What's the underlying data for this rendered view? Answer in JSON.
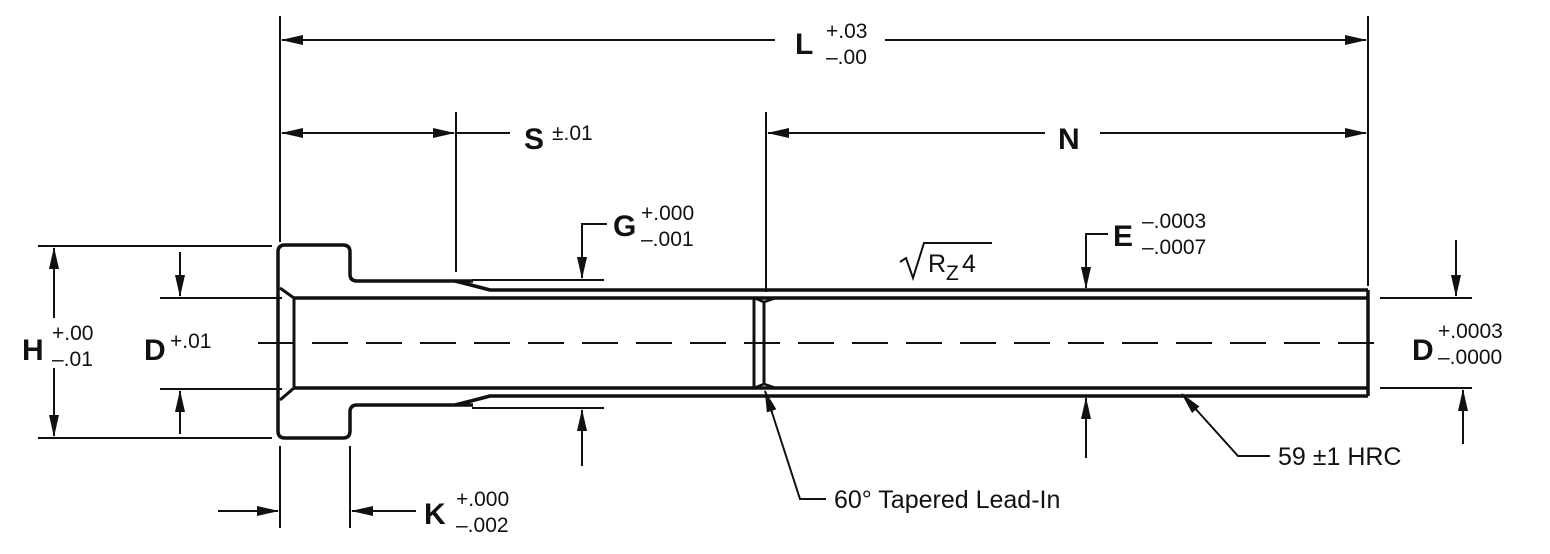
{
  "colors": {
    "line": "#111111",
    "background": "#ffffff"
  },
  "dims": {
    "L": {
      "letter": "L",
      "tol_upper": "+.03",
      "tol_lower": "–.00"
    },
    "S": {
      "letter": "S",
      "tol": "±.01"
    },
    "N": {
      "letter": "N"
    },
    "G": {
      "letter": "G",
      "tol_upper": "+.000",
      "tol_lower": "–.001"
    },
    "E": {
      "letter": "E",
      "tol_upper": "–.0003",
      "tol_lower": "–.0007"
    },
    "H": {
      "letter": "H",
      "tol_upper": "+.00",
      "tol_lower": "–.01"
    },
    "D_left": {
      "letter": "D",
      "tol": "+.01"
    },
    "D_right": {
      "letter": "D",
      "tol_upper": "+.0003",
      "tol_lower": "–.0000"
    },
    "K": {
      "letter": "K",
      "tol_upper": "+.000",
      "tol_lower": "–.002"
    }
  },
  "surface_finish": {
    "symbol": "√",
    "value_main": "R",
    "value_sub": "Z",
    "value_num": "4"
  },
  "notes": {
    "hardness": "59 ±1 HRC",
    "lead_in": "60°  Tapered Lead-In"
  }
}
